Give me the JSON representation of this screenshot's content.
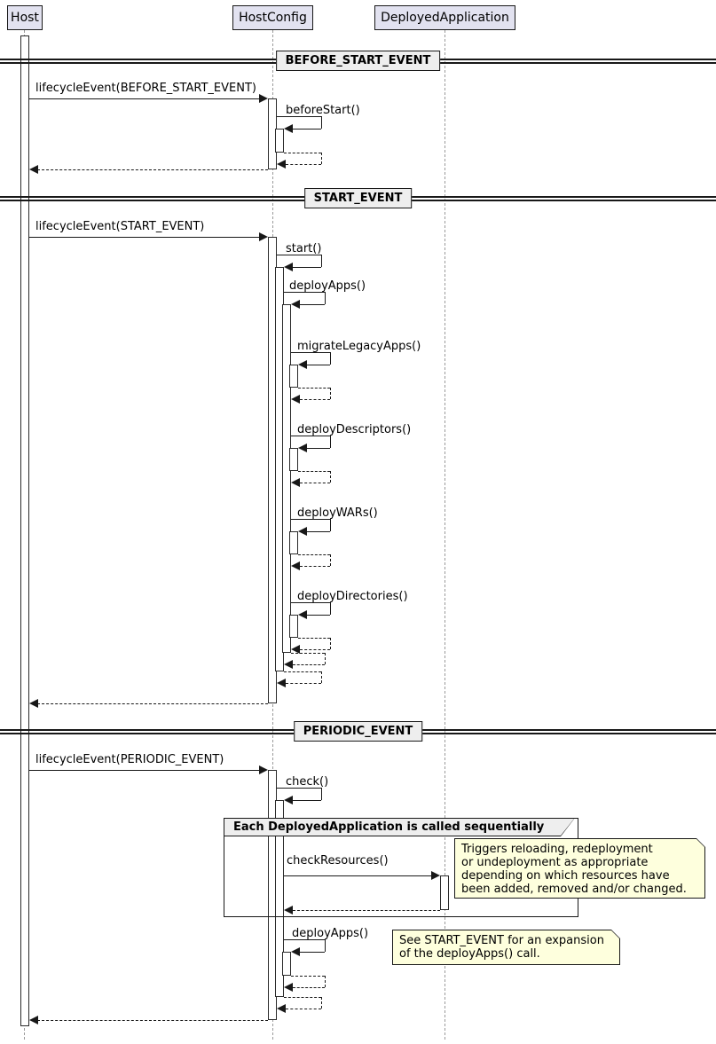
{
  "participants": {
    "host": "Host",
    "hostconfig": "HostConfig",
    "deployedapp": "DeployedApplication"
  },
  "dividers": {
    "d1": "BEFORE_START_EVENT",
    "d2": "START_EVENT",
    "d3": "PERIODIC_EVENT"
  },
  "messages": {
    "lifecycle_before_start": "lifecycleEvent(BEFORE_START_EVENT)",
    "before_start": "beforeStart()",
    "lifecycle_start": "lifecycleEvent(START_EVENT)",
    "start": "start()",
    "deploy_apps": "deployApps()",
    "migrate_legacy_apps": "migrateLegacyApps()",
    "deploy_descriptors": "deployDescriptors()",
    "deploy_wars": "deployWARs()",
    "deploy_directories": "deployDirectories()",
    "lifecycle_periodic": "lifecycleEvent(PERIODIC_EVENT)",
    "check": "check()",
    "check_resources": "checkResources()",
    "deploy_apps_periodic": "deployApps()"
  },
  "group": {
    "label": "Each DeployedApplication is called sequentially"
  },
  "notes": {
    "check_resources_note": "Triggers reloading, redeployment\nor undeployment as appropriate\ndepending on which resources have\nbeen added, removed and/or changed.",
    "deploy_apps_note": "See START_EVENT for an expansion\nof the deployApps() call."
  },
  "colors": {
    "participant_fill": "#E2E2F0",
    "note_fill": "#FEFFDD",
    "divider_fill": "#EEEEEE",
    "line": "#181818",
    "lifeline": "#9A9A9A"
  }
}
